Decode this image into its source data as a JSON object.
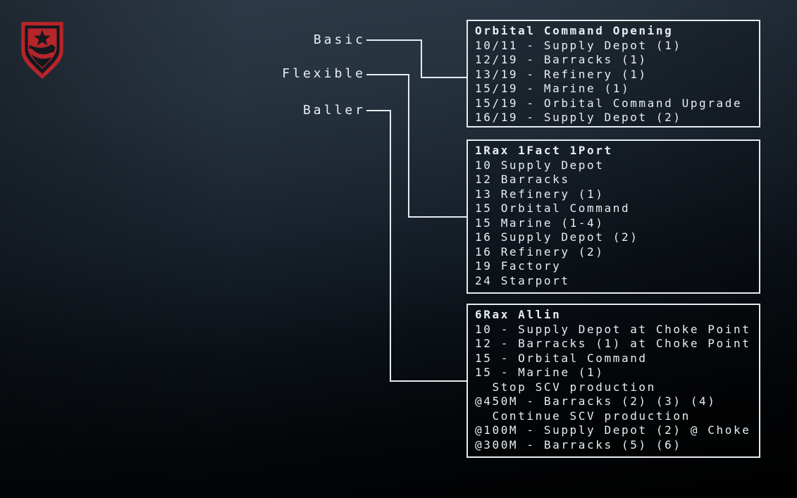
{
  "logo": {
    "icon": "shield-star-logo",
    "red": "#b5252a",
    "dark_red": "#9e1f24",
    "dark": "#13181e"
  },
  "colors": {
    "background_top": "#2e3b48",
    "background_bottom": "#000000",
    "line": "#e6ebf0",
    "text": "#e9eef3",
    "box_fill": "rgba(0,0,0,0.22)"
  },
  "labels": [
    "Basic",
    "Flexible",
    "Baller"
  ],
  "boxes": [
    {
      "title": "Orbital Command Opening",
      "lines": [
        "10/11 - Supply Depot (1)",
        "12/19 - Barracks (1)",
        "13/19 - Refinery (1)",
        "15/19 - Marine (1)",
        "15/19 - Orbital Command Upgrade",
        "16/19 - Supply Depot (2)"
      ]
    },
    {
      "title": "1Rax 1Fact 1Port",
      "lines": [
        "10 Supply Depot",
        "12 Barracks",
        "13 Refinery (1)",
        "15 Orbital Command",
        "15 Marine (1-4)",
        "16 Supply Depot (2)",
        "16 Refinery (2)",
        "19 Factory",
        "24 Starport"
      ]
    },
    {
      "title": "6Rax Allin",
      "lines": [
        "10 - Supply Depot at Choke Point",
        "12 - Barracks (1) at Choke Point",
        "15 - Orbital Command",
        "15 - Marine (1)",
        "  Stop SCV production",
        "@450M - Barracks (2) (3) (4)",
        "  Continue SCV production",
        "@100M - Supply Depot (2) @ Choke",
        "@300M - Barracks (5) (6)"
      ]
    }
  ]
}
